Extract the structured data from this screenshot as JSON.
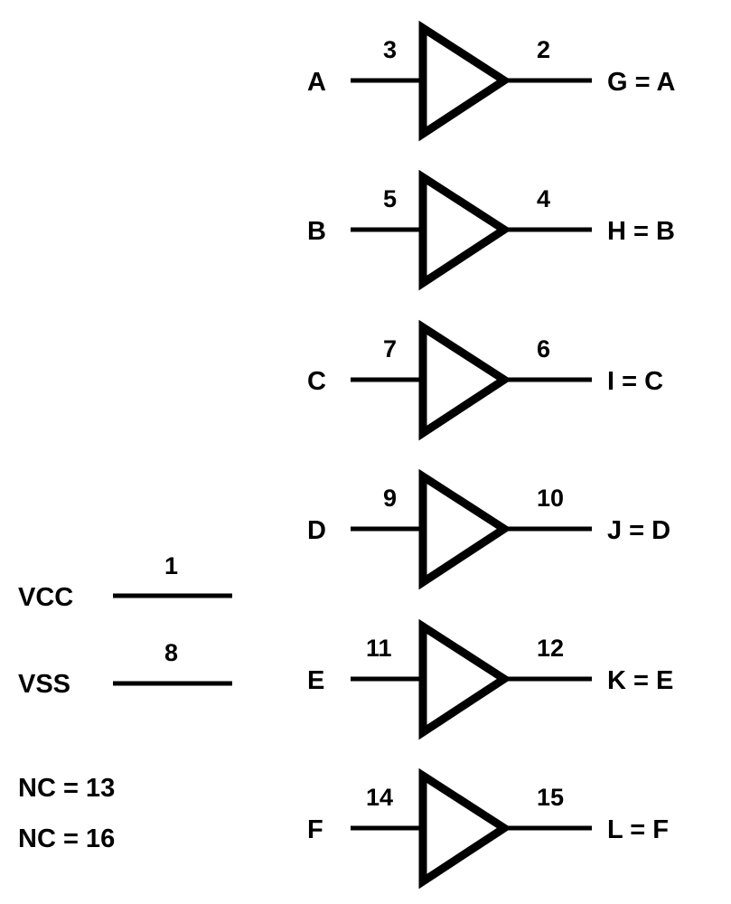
{
  "colors": {
    "background": "#ffffff",
    "ink": "#000000"
  },
  "buffers": [
    {
      "input_label": "A",
      "input_pin": "3",
      "output_pin": "2",
      "output_label": "G = A"
    },
    {
      "input_label": "B",
      "input_pin": "5",
      "output_pin": "4",
      "output_label": "H = B"
    },
    {
      "input_label": "C",
      "input_pin": "7",
      "output_pin": "6",
      "output_label": "I = C"
    },
    {
      "input_label": "D",
      "input_pin": "9",
      "output_pin": "10",
      "output_label": "J = D"
    },
    {
      "input_label": "E",
      "input_pin": "11",
      "output_pin": "12",
      "output_label": "K = E"
    },
    {
      "input_label": "F",
      "input_pin": "14",
      "output_pin": "15",
      "output_label": "L = F"
    }
  ],
  "power": {
    "vcc": {
      "label": "VCC",
      "pin": "1"
    },
    "vss": {
      "label": "VSS",
      "pin": "8"
    }
  },
  "no_connect": [
    "NC = 13",
    "NC = 16"
  ]
}
